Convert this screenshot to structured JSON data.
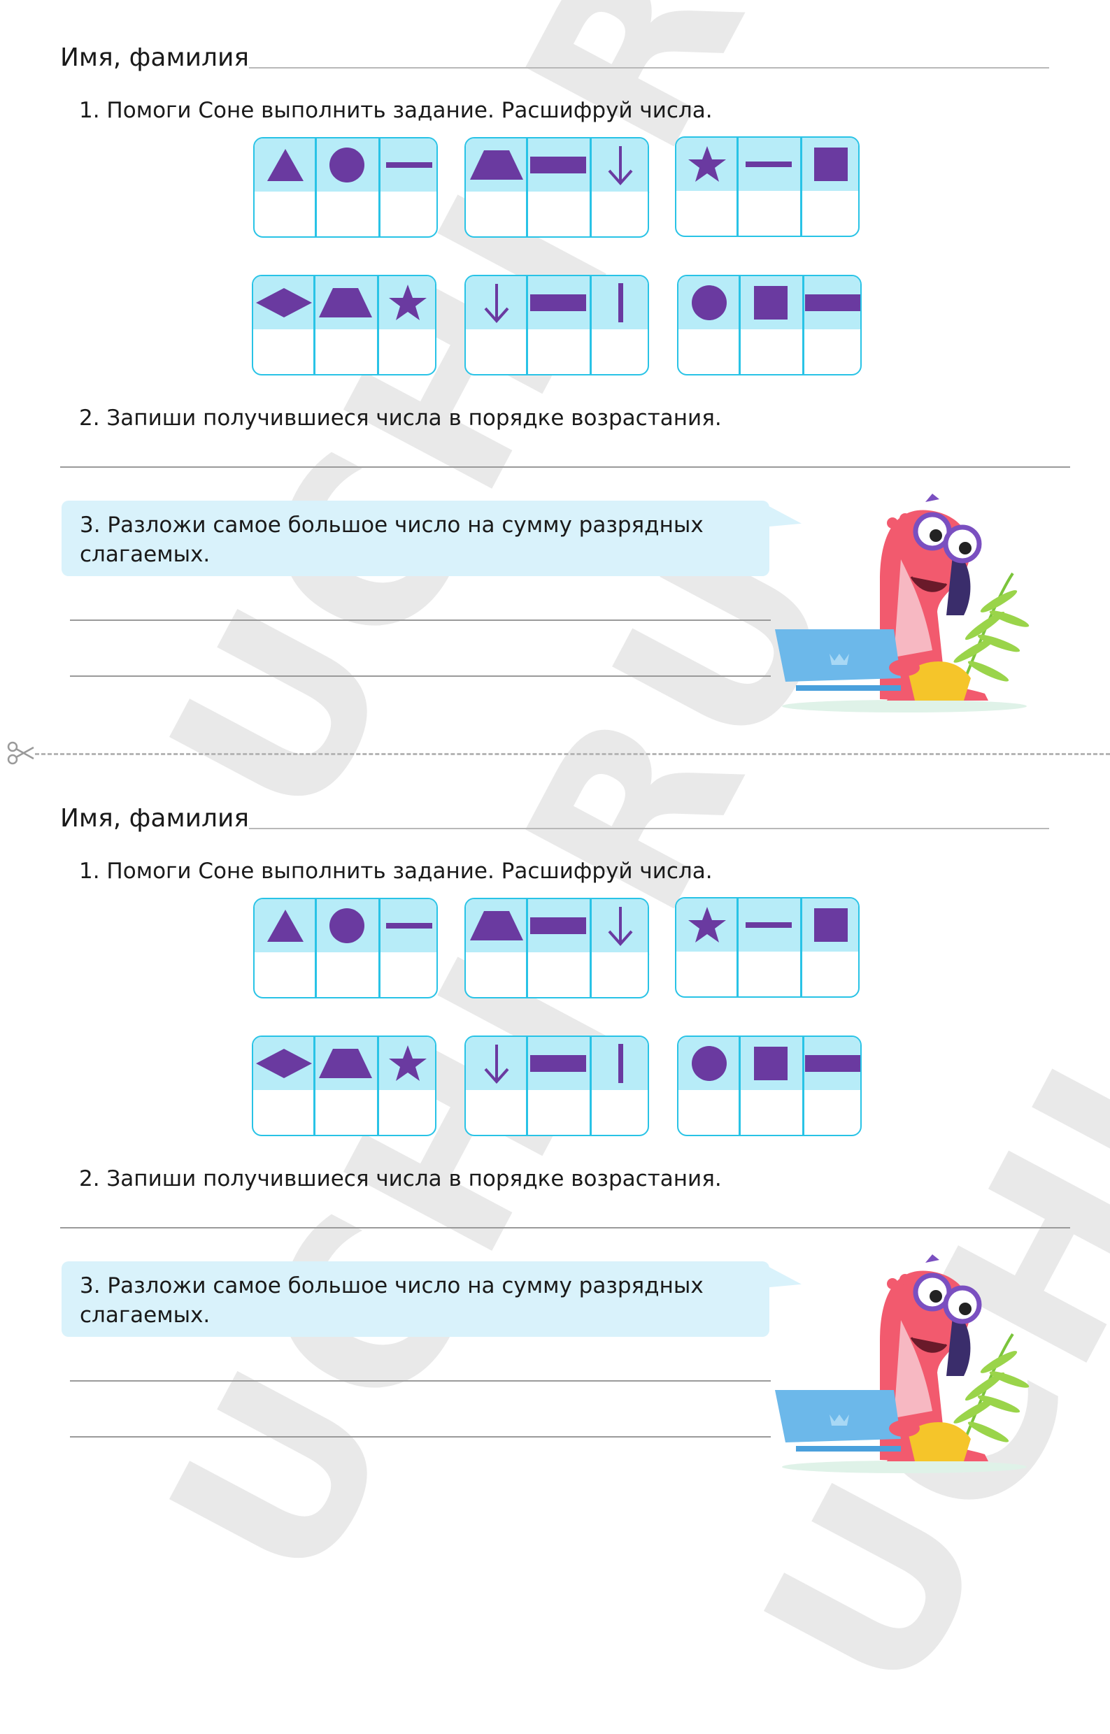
{
  "watermark": "UCHI.RU",
  "colors": {
    "shape": "#6a3aa0",
    "card_border": "#29c3e6",
    "card_top": "#b7ecf8",
    "bubble": "#d9f2fb"
  },
  "worksheets": [
    {
      "name_label": "Имя, фамилия",
      "task1": "1. Помоги Соне выполнить задание. Расшифруй числа.",
      "task2": "2. Запиши получившиеся числа в порядке возрастания.",
      "task3_line1": "3. Разложи самое большое число на сумму разрядных",
      "task3_line2": "слагаемых."
    },
    {
      "name_label": "Имя, фамилия",
      "task1": "1. Помоги Соне выполнить задание. Расшифруй числа.",
      "task2": "2. Запиши получившиеся числа в порядке возрастания.",
      "task3_line1": "3. Разложи самое большое число на сумму разрядных",
      "task3_line2": "слагаемых."
    }
  ],
  "code_cards": [
    [
      "triangle-icon",
      "circle-icon",
      "thin-dash-icon"
    ],
    [
      "trapezoid-icon",
      "thick-bar-icon",
      "down-arrow-icon"
    ],
    [
      "star-icon",
      "thin-dash-icon",
      "square-icon"
    ],
    [
      "diamond-icon",
      "trapezoid-icon",
      "star-icon"
    ],
    [
      "down-arrow-icon",
      "thick-bar-icon",
      "vertical-line-icon"
    ],
    [
      "circle-icon",
      "square-icon",
      "thick-bar-icon"
    ]
  ]
}
